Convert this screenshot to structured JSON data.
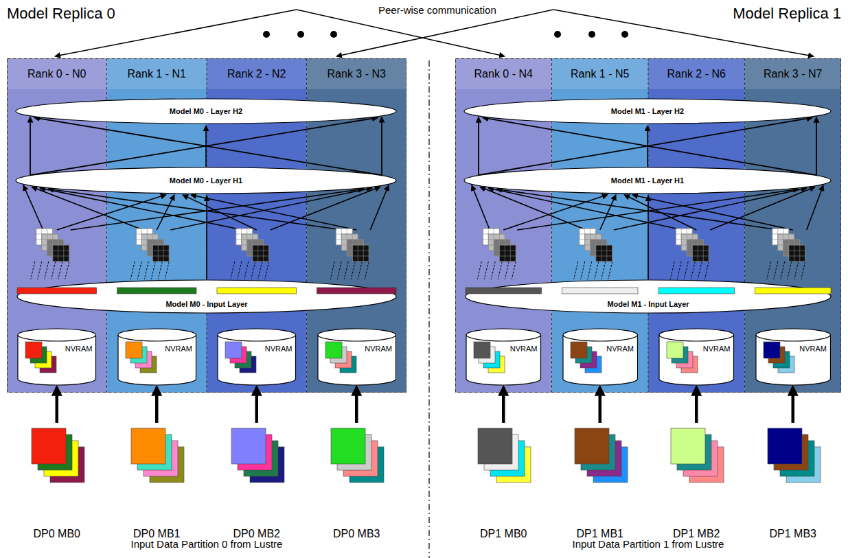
{
  "diagram": {
    "nodes": [
      {
        "text": [
          "Model Replica 0"
        ]
      },
      {
        "text": [
          "Rank 0 - N0"
        ],
        "in": 0
      },
      {
        "text": [
          "Rank 1 - N1"
        ],
        "in": 0
      },
      {
        "text": [
          "Rank 2 - N2"
        ],
        "in": 0
      },
      {
        "text": [
          "Rank 3 - N3"
        ],
        "in": 0
      },
      {
        "text": [
          "Model M0 - Layer H2"
        ],
        "in": 0
      },
      {
        "text": [
          "Model M0 - Layer H1"
        ],
        "in": 0
      },
      {
        "text": [
          "Model M0 - Input Layer"
        ],
        "in": 0
      },
      {
        "text": [
          "NVRAM"
        ],
        "in": 0
      },
      {
        "text": [
          "NVRAM"
        ],
        "in": 0
      },
      {
        "text": [
          "NVRAM"
        ],
        "in": 0
      },
      {
        "text": [
          "NVRAM"
        ],
        "in": 0
      },
      {
        "text": [
          "Model Replica 1"
        ]
      },
      {
        "text": [
          "Rank 0 - N4"
        ],
        "in": 12
      },
      {
        "text": [
          "Rank 1 - N5"
        ],
        "in": 12
      },
      {
        "text": [
          "Rank 2 - N6"
        ],
        "in": 12
      },
      {
        "text": [
          "Rank 3 - N7"
        ],
        "in": 12
      },
      {
        "text": [
          "Model M1 - Layer H2"
        ],
        "in": 12
      },
      {
        "text": [
          "Model M1 - Layer H1"
        ],
        "in": 12
      },
      {
        "text": [
          "Model M1 - Input Layer"
        ],
        "in": 12
      },
      {
        "text": [
          "NVRAM"
        ],
        "in": 12
      },
      {
        "text": [
          "NVRAM"
        ],
        "in": 12
      },
      {
        "text": [
          "NVRAM"
        ],
        "in": 12
      },
      {
        "text": [
          "NVRAM"
        ],
        "in": 12
      },
      {
        "text": [
          "DP0 MB0"
        ]
      },
      {
        "text": [
          "DP0 MB1"
        ]
      },
      {
        "text": [
          "DP0 MB2"
        ]
      },
      {
        "text": [
          "DP0 MB3"
        ]
      },
      {
        "text": [
          "DP1 MB0"
        ]
      },
      {
        "text": [
          "DP1 MB1"
        ]
      },
      {
        "text": [
          "DP1 MB2"
        ]
      },
      {
        "text": [
          "DP1 MB3"
        ]
      }
    ],
    "edges": [
      {
        "from": 24,
        "to": 8,
        "arrow": "to"
      },
      {
        "from": 25,
        "to": 9,
        "arrow": "to"
      },
      {
        "from": 26,
        "to": 10,
        "arrow": "to"
      },
      {
        "from": 27,
        "to": 11,
        "arrow": "to"
      },
      {
        "from": 28,
        "to": 20,
        "arrow": "to"
      },
      {
        "from": 29,
        "to": 21,
        "arrow": "to"
      },
      {
        "from": 30,
        "to": 22,
        "arrow": "to"
      },
      {
        "from": 31,
        "to": 23,
        "arrow": "to"
      },
      {
        "from": 7,
        "to": 6,
        "arrow": "to"
      },
      {
        "from": 6,
        "to": 5,
        "arrow": "to"
      },
      {
        "from": 19,
        "to": 18,
        "arrow": "to"
      },
      {
        "from": 18,
        "to": 17,
        "arrow": "to"
      }
    ],
    "labels": [
      "Peer-wise communication",
      "Input Data Partition 0 from Lustre",
      "Input Data Partition 1 from Lustre"
    ]
  }
}
